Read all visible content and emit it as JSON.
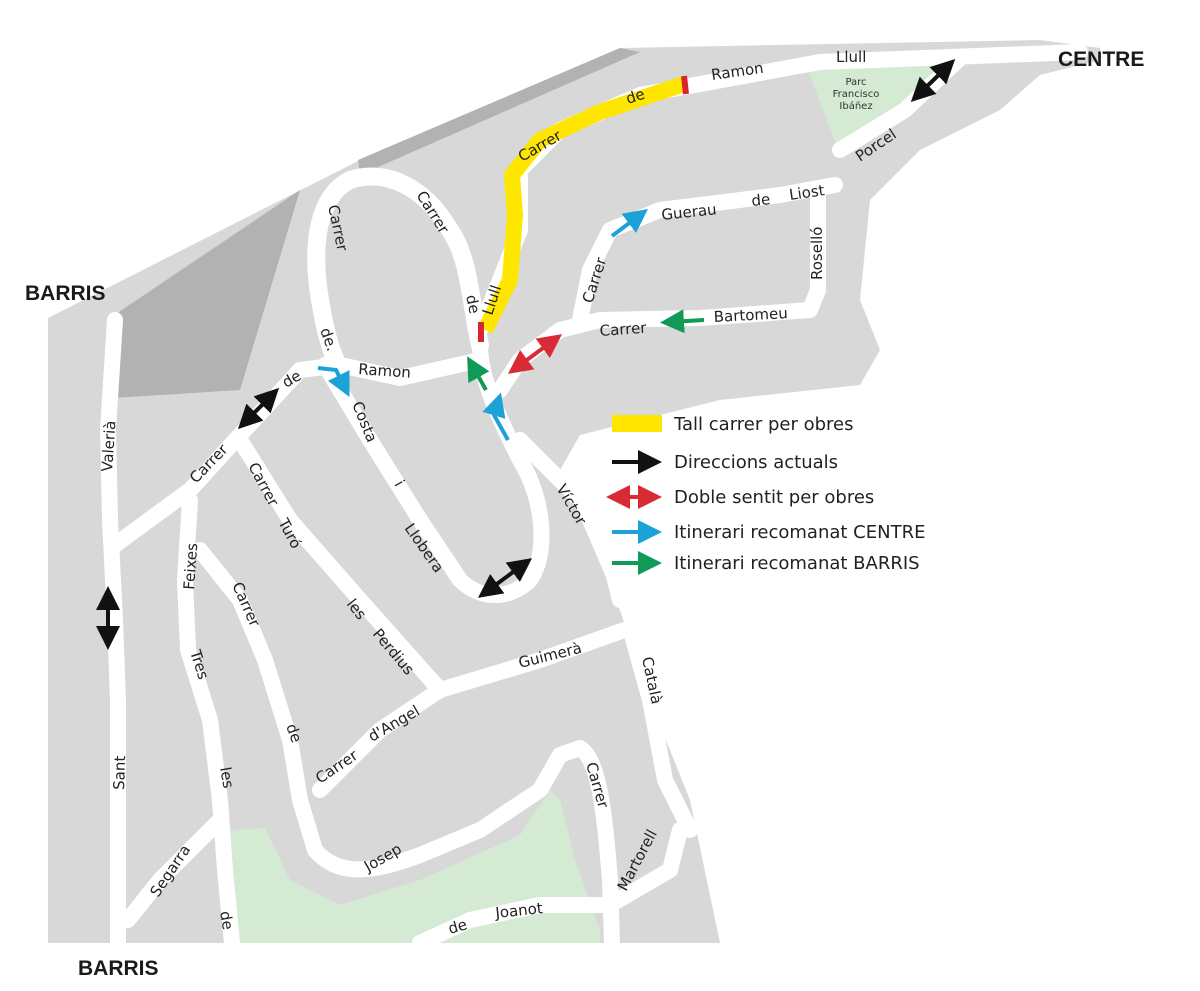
{
  "map": {
    "places": {
      "centre": "CENTRE",
      "barris_top": "BARRIS",
      "barris_bottom": "BARRIS"
    },
    "park": {
      "line1": "Parc",
      "line2": "Francisco",
      "line3": "Ibáñez"
    },
    "streets": {
      "llull_top": "Llull",
      "ramon_top": "Ramon",
      "de_yellow": "de",
      "carrer_yellow": "Carrer",
      "porcel": "Porcel",
      "carrer_loop": "Carrer",
      "de_loop": "de",
      "llull_loop": "Llull",
      "carrer_left": "Carrer",
      "de_left": "de.",
      "ramon_mid": "Ramon",
      "guerau": "Guerau",
      "de_guerau": "de",
      "liost": "Liost",
      "carrer_guerau": "Carrer",
      "rossello": "Roselló",
      "carrer_bartomeu": "Carrer",
      "bartomeu": "Bartomeu",
      "de_ramon_left": "de",
      "carrer_ramon_left": "Carrer",
      "costa": "Costa",
      "i": "i",
      "llobera": "Llobera",
      "victor": "Víctor",
      "carrer_turo": "Carrer",
      "turo": "Turó",
      "les_perdius": "les",
      "perdius": "Perdius",
      "valeria": "Valerià",
      "feixes": "Feixes",
      "carrer_josep": "Carrer",
      "de_josep": "de",
      "josep": "Josep",
      "tres": "Tres",
      "les_segarra": "les",
      "segarra": "Segarra",
      "de_segarra": "de",
      "sant": "Sant",
      "guimera": "Guimerà",
      "catala": "Català",
      "carrer_angel": "Carrer",
      "angel": "d'Angel",
      "carrer_martorell": "Carrer",
      "martorell": "Martorell",
      "de_joanot": "de",
      "joanot": "Joanot"
    }
  },
  "legend": {
    "items": [
      {
        "label": "Tall carrer per obres",
        "color": "#ffe600"
      },
      {
        "label": "Direccions actuals",
        "color": "#111111"
      },
      {
        "label": "Doble sentit per obres",
        "color": "#d92b35"
      },
      {
        "label": "Itinerari recomanat CENTRE",
        "color": "#1ba2d6"
      },
      {
        "label": "Itinerari recomanat BARRIS",
        "color": "#0f9a55"
      }
    ]
  },
  "colors": {
    "block": "#d8d8d8",
    "dark_block": "#b2b2b2",
    "park": "#d5ead3",
    "cut_marker": "#d9252e"
  }
}
